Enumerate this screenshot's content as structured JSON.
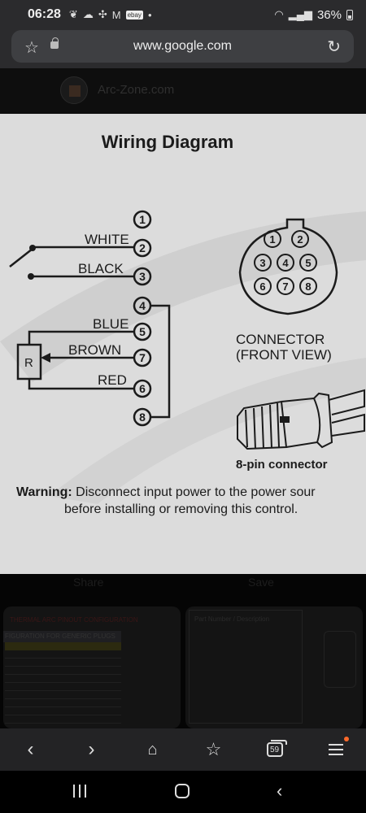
{
  "status_bar": {
    "time": "06:28",
    "notif_ebay": "ebay",
    "battery": "36%"
  },
  "url_bar": {
    "url": "www.google.com"
  },
  "site": {
    "name": "Arc-Zone.com"
  },
  "diagram": {
    "title": "Wiring Diagram",
    "wire_labels": [
      "WHITE",
      "BLACK",
      "BLUE",
      "BROWN",
      "RED"
    ],
    "pin_numbers": [
      "1",
      "2",
      "3",
      "4",
      "5",
      "7",
      "6",
      "8"
    ],
    "resistor_label": "R",
    "connector_pins": [
      "1",
      "2",
      "3",
      "4",
      "5",
      "6",
      "7",
      "8"
    ],
    "connector_caption_1": "CONNECTOR",
    "connector_caption_2": "(FRONT VIEW)",
    "plug_caption": "8-pin connector",
    "warning_label": "Warning:",
    "warning_text_1": " Disconnect input power to the power sour",
    "warning_text_2": "before installing or removing this control."
  },
  "below": {
    "share": "Share",
    "save": "Save",
    "thumb_left_title": "THERMAL ARC PINOUT CONFIGURATION",
    "thumb_left_band": "FIGURATION FOR GENERIC PLUGS",
    "thumb_right_title": "Part Number / Description"
  },
  "tabs_count": "59",
  "colors": {
    "panel_bg": "#dcdcdc",
    "chrome_bg": "#2b2b2d",
    "menu_badge": "#ff6a2b"
  }
}
